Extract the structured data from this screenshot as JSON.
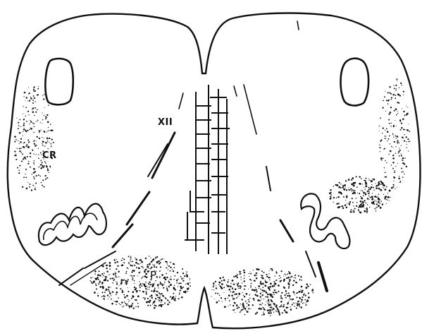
{
  "labels": {
    "hypoglossal_nucleus": "XII",
    "restiform_body": "CR",
    "pyramid": "P"
  },
  "colors": {
    "ink": "#111111",
    "paper": "#ffffff"
  }
}
